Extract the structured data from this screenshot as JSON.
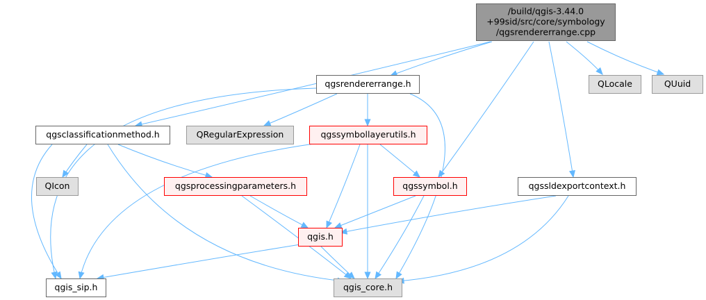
{
  "colors": {
    "edge": "#63b8ff",
    "text": "#000000",
    "focus_fill": "#999999",
    "focus_border": "#666666",
    "normal_fill": "#ffffff",
    "normal_border": "#666666",
    "external_fill": "#e0e0e0",
    "external_border": "#999999",
    "truncated_fill": "#fff0f0",
    "truncated_border": "#ff0000"
  },
  "nodes": [
    {
      "id": "src",
      "kind": "focus",
      "lines": [
        "/build/qgis-3.44.0",
        "+99sid/src/core/symbology",
        "/qgsrendererrange.cpp"
      ]
    },
    {
      "id": "qgsrendererrange_h",
      "kind": "normal",
      "lines": [
        "qgsrendererrange.h"
      ]
    },
    {
      "id": "qlocale",
      "kind": "external",
      "lines": [
        "QLocale"
      ]
    },
    {
      "id": "quuid",
      "kind": "external",
      "lines": [
        "QUuid"
      ]
    },
    {
      "id": "qgsclassificationmethod_h",
      "kind": "normal",
      "lines": [
        "qgsclassificationmethod.h"
      ]
    },
    {
      "id": "qregularexpression",
      "kind": "external",
      "lines": [
        "QRegularExpression"
      ]
    },
    {
      "id": "qgssymbollayerutils_h",
      "kind": "truncated",
      "lines": [
        "qgssymbollayerutils.h"
      ]
    },
    {
      "id": "qicon",
      "kind": "external",
      "lines": [
        "QIcon"
      ]
    },
    {
      "id": "qgsprocessingparameters_h",
      "kind": "truncated",
      "lines": [
        "qgsprocessingparameters.h"
      ]
    },
    {
      "id": "qgssymbol_h",
      "kind": "truncated",
      "lines": [
        "qgssymbol.h"
      ]
    },
    {
      "id": "qgssldexportcontext_h",
      "kind": "normal",
      "lines": [
        "qgssldexportcontext.h"
      ]
    },
    {
      "id": "qgis_h",
      "kind": "truncated",
      "lines": [
        "qgis.h"
      ]
    },
    {
      "id": "qgis_sip_h",
      "kind": "normal",
      "lines": [
        "qgis_sip.h"
      ]
    },
    {
      "id": "qgis_core_h",
      "kind": "external",
      "lines": [
        "qgis_core.h"
      ]
    }
  ],
  "edges": [
    {
      "from": "src",
      "to": "qgsrendererrange_h"
    },
    {
      "from": "src",
      "to": "qlocale"
    },
    {
      "from": "src",
      "to": "quuid"
    },
    {
      "from": "src",
      "to": "qgsclassificationmethod_h"
    },
    {
      "from": "src",
      "to": "qgssymbol_h"
    },
    {
      "from": "src",
      "to": "qgssldexportcontext_h"
    },
    {
      "from": "qgsrendererrange_h",
      "to": "qregularexpression"
    },
    {
      "from": "qgsrendererrange_h",
      "to": "qgssymbollayerutils_h"
    },
    {
      "from": "qgsrendererrange_h",
      "to": "qgis_sip_h"
    },
    {
      "from": "qgsrendererrange_h",
      "to": "qgis_core_h"
    },
    {
      "from": "qgsclassificationmethod_h",
      "to": "qicon"
    },
    {
      "from": "qgsclassificationmethod_h",
      "to": "qgsprocessingparameters_h"
    },
    {
      "from": "qgsclassificationmethod_h",
      "to": "qgis_sip_h"
    },
    {
      "from": "qgsclassificationmethod_h",
      "to": "qgis_core_h"
    },
    {
      "from": "qgssymbollayerutils_h",
      "to": "qgssymbol_h"
    },
    {
      "from": "qgssymbollayerutils_h",
      "to": "qgis_h"
    },
    {
      "from": "qgssymbollayerutils_h",
      "to": "qgis_sip_h"
    },
    {
      "from": "qgssymbollayerutils_h",
      "to": "qgis_core_h"
    },
    {
      "from": "qgsprocessingparameters_h",
      "to": "qgis_h"
    },
    {
      "from": "qgsprocessingparameters_h",
      "to": "qgis_core_h"
    },
    {
      "from": "qgssymbol_h",
      "to": "qgis_h"
    },
    {
      "from": "qgssymbol_h",
      "to": "qgis_core_h"
    },
    {
      "from": "qgssldexportcontext_h",
      "to": "qgis_h"
    },
    {
      "from": "qgssldexportcontext_h",
      "to": "qgis_core_h"
    },
    {
      "from": "qgis_h",
      "to": "qgis_sip_h"
    },
    {
      "from": "qgis_h",
      "to": "qgis_core_h"
    }
  ]
}
